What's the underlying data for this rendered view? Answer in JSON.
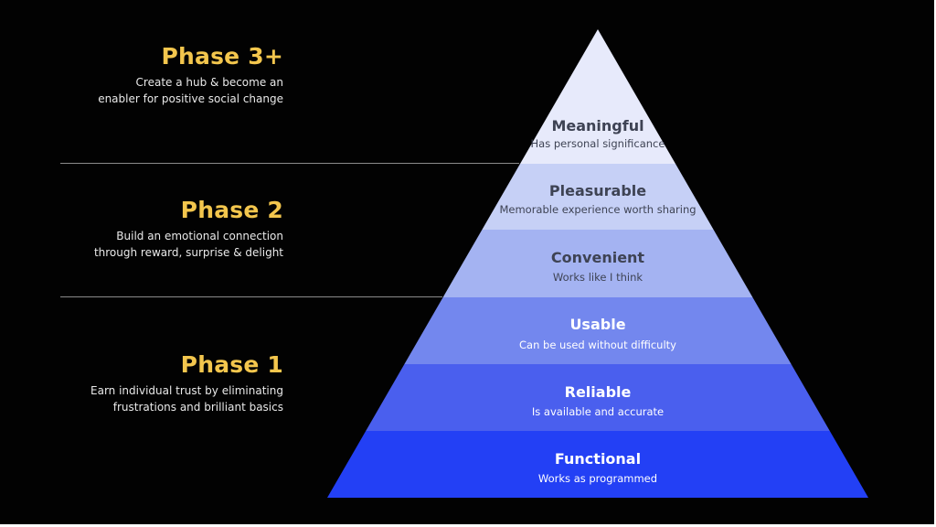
{
  "phases": [
    {
      "title": "Phase 3+",
      "description": [
        "Create a hub & become an",
        "enabler for positive social change"
      ]
    },
    {
      "title": "Phase 2",
      "description": [
        "Build an emotional connection",
        "through reward, surprise & delight"
      ]
    },
    {
      "title": "Phase 1",
      "description": [
        "Earn individual trust by eliminating",
        "frustrations and brilliant basics"
      ]
    }
  ],
  "pyramid": {
    "tiers": [
      {
        "title": "Meaningful",
        "subtitle": "Has personal significance",
        "color": "#e7eafb",
        "text_color": "#3e4354"
      },
      {
        "title": "Pleasurable",
        "subtitle": "Memorable experience worth sharing",
        "color": "#c6d0f6",
        "text_color": "#3e4354"
      },
      {
        "title": "Convenient",
        "subtitle": "Works like I think",
        "color": "#a4b3f2",
        "text_color": "#3e4354"
      },
      {
        "title": "Usable",
        "subtitle": "Can be used without difficulty",
        "color": "#7387ee",
        "text_color": "#ffffff"
      },
      {
        "title": "Reliable",
        "subtitle": "Is available and accurate",
        "color": "#4a5fee",
        "text_color": "#ffffff"
      },
      {
        "title": "Functional",
        "subtitle": "Works as programmed",
        "color": "#2340f5",
        "text_color": "#ffffff"
      }
    ]
  }
}
